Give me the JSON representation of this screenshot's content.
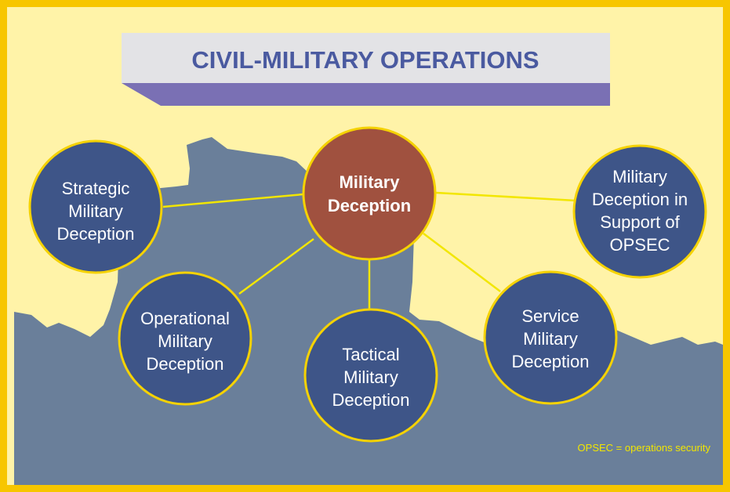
{
  "title": "CIVIL-MILITARY OPERATIONS",
  "center": {
    "lines": [
      "Military",
      "Deception"
    ]
  },
  "nodes": {
    "strategic": {
      "lines": [
        "Strategic",
        "Military",
        "Deception"
      ]
    },
    "operational": {
      "lines": [
        "Operational",
        "Military",
        "Deception"
      ]
    },
    "tactical": {
      "lines": [
        "Tactical",
        "Military",
        "Deception"
      ]
    },
    "service": {
      "lines": [
        "Service",
        "Military",
        "Deception"
      ]
    },
    "opsec": {
      "lines": [
        "Military",
        "Deception in",
        "Support of",
        "OPSEC"
      ]
    }
  },
  "footnote": "OPSEC = operations security",
  "colors": {
    "frame": "#f7c600",
    "background": "#fff3a8",
    "terrain": "#6a7f9a",
    "node_fill": "#3e5588",
    "center_fill": "#a0513f",
    "ring": "#f5d200",
    "connector": "#f2e600",
    "title_box": "#e3e3e6",
    "title_wedge": "#7a70b4"
  }
}
